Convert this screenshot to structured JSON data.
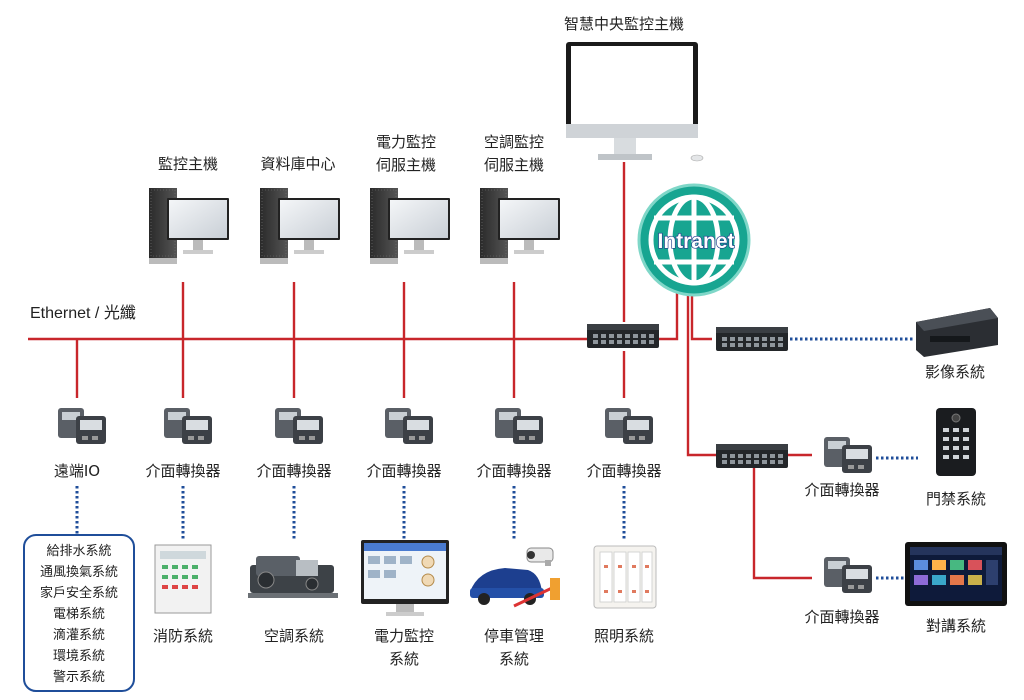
{
  "central": {
    "label": "智慧中央監控主機"
  },
  "intranet": {
    "label": "Intranet"
  },
  "ethernet": {
    "label": "Ethernet / 光纖"
  },
  "servers": [
    {
      "line1": "監控主機",
      "line2": ""
    },
    {
      "line1": "資料庫中心",
      "line2": ""
    },
    {
      "line1": "電力監控",
      "line2": "伺服主機"
    },
    {
      "line1": "空調監控",
      "line2": "伺服主機"
    }
  ],
  "converters": {
    "remote_io": "遠端IO",
    "label": "介面轉換器"
  },
  "remote_list": [
    "給排水系統",
    "通風換氣系統",
    "家戶安全系統",
    "電梯系統",
    "滴灌系統",
    "環境系統",
    "警示系統"
  ],
  "bottom_systems": [
    {
      "line1": "消防系統",
      "line2": ""
    },
    {
      "line1": "空調系統",
      "line2": ""
    },
    {
      "line1": "電力監控",
      "line2": "系統"
    },
    {
      "line1": "停車管理",
      "line2": "系統"
    },
    {
      "line1": "照明系統",
      "line2": ""
    }
  ],
  "right_systems": {
    "video": "影像系統",
    "access": "門禁系統",
    "intercom": "對講系統"
  },
  "colors": {
    "line": "#c8262b",
    "dotted": "#1f4e9a",
    "globe": "#17a591"
  }
}
